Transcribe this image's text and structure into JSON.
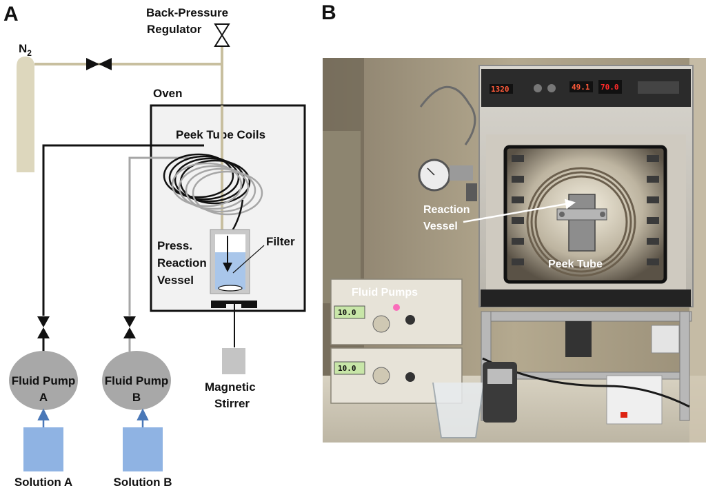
{
  "panel_a": {
    "letter": "A",
    "back_pressure_line1": "Back-Pressure",
    "back_pressure_line2": "Regulator",
    "gas_label": "N",
    "gas_subscript": "2",
    "oven": "Oven",
    "peek_coils": "Peek Tube Coils",
    "vessel_line1": "Press.",
    "vessel_line2": "Reaction",
    "vessel_line3": "Vessel",
    "filter": "Filter",
    "stirrer_line1": "Magnetic",
    "stirrer_line2": "Stirrer",
    "pump_a_line1": "Fluid Pump",
    "pump_a_line2": "A",
    "pump_b_line1": "Fluid Pump",
    "pump_b_line2": "B",
    "solution_a": "Solution A",
    "solution_b": "Solution B"
  },
  "panel_b": {
    "letter": "B",
    "reaction_vessel_line1": "Reaction",
    "reaction_vessel_line2": "Vessel",
    "peek_tube": "Peek Tube",
    "fluid_pumps": "Fluid Pumps",
    "pump_display_1": "10.0",
    "pump_display_2": "10.0",
    "oven_display_1": "1320",
    "oven_display_2": "49.1",
    "oven_display_3": "70.0"
  },
  "colors": {
    "line_black": "#111111",
    "line_gray": "#a6a6a6",
    "line_tan": "#c8bf9f",
    "pump_gray": "#a8a8a8",
    "solution_blue": "#8fb3e3",
    "arrow_blue": "#4a78b8",
    "liquid_blue": "#a9c6ea",
    "stirrer_gray": "#c4c4c4",
    "gas_cylinder": "#ddd7bd",
    "oven_fill": "#f2f2f2",
    "display_green": "#c8e6a8",
    "display_red": "#ff2a2a"
  }
}
